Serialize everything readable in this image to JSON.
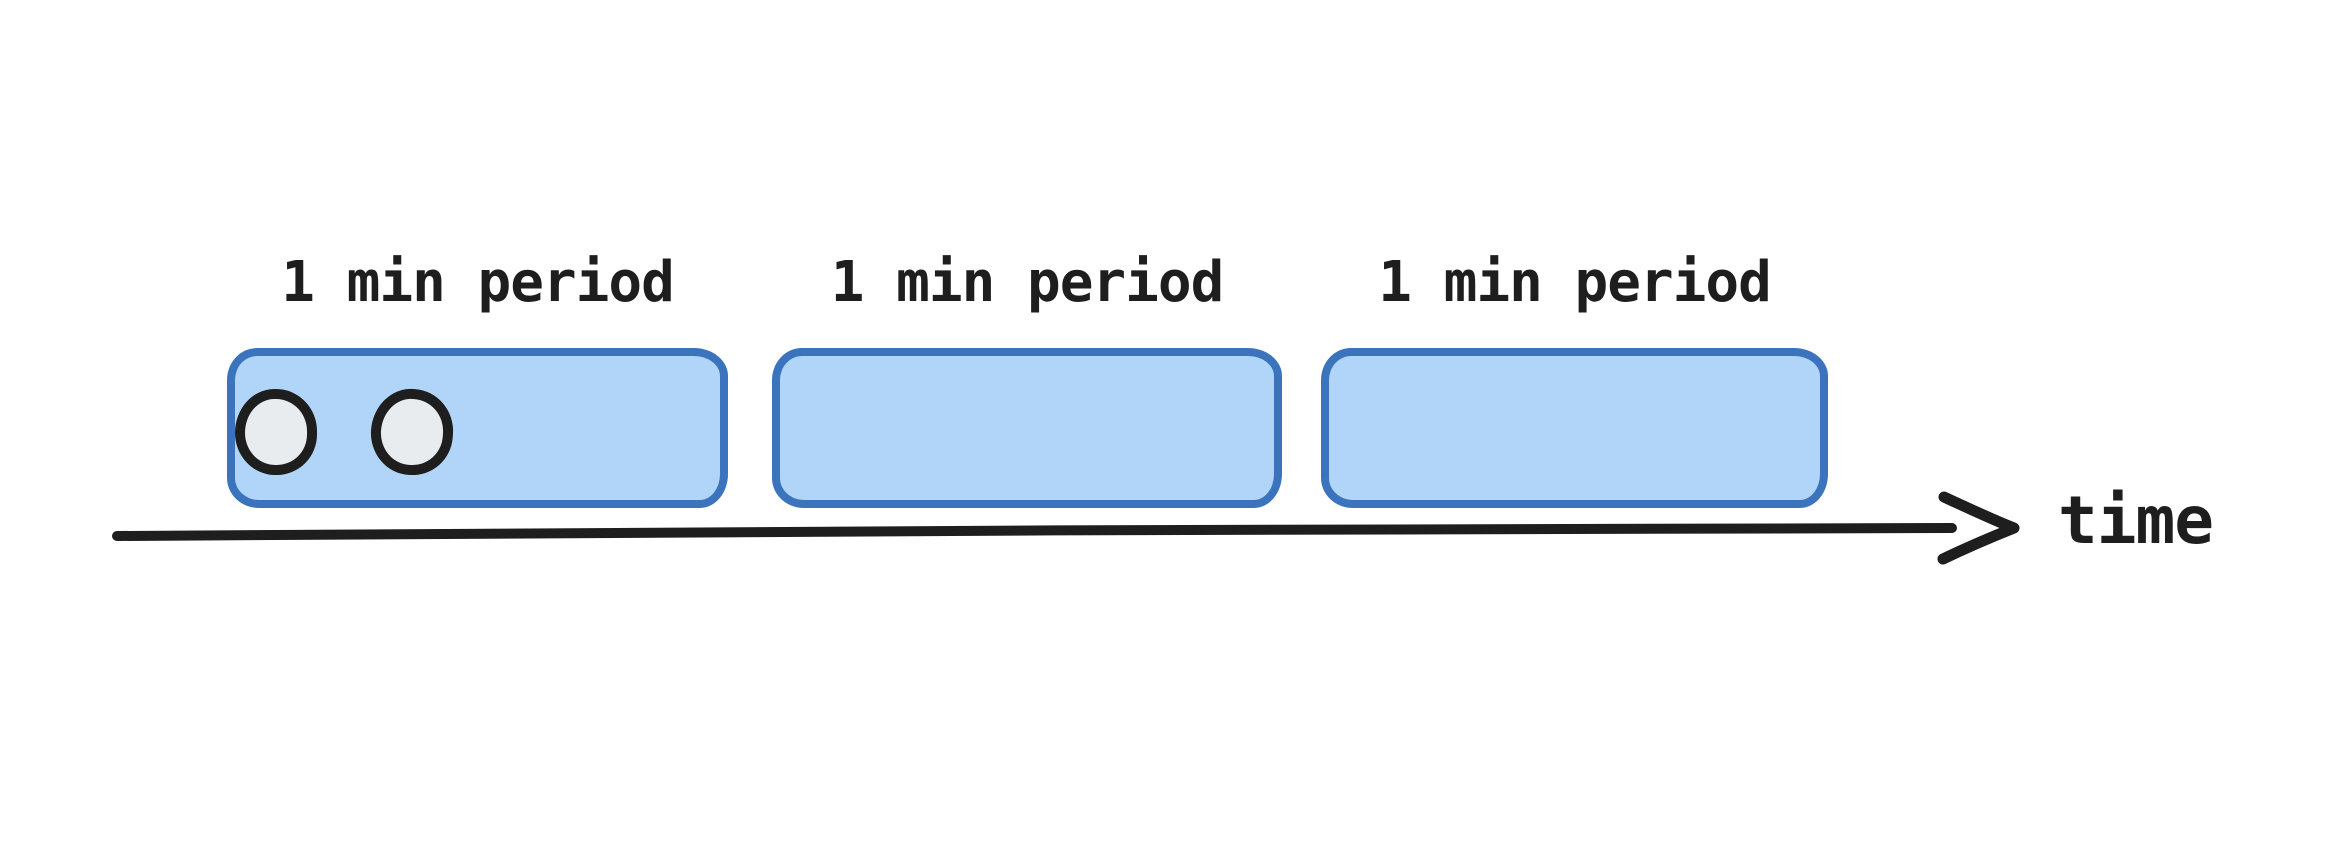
{
  "diagram": {
    "periods": [
      {
        "label": "1 min period",
        "tokens": 2
      },
      {
        "label": "1 min period",
        "tokens": 0
      },
      {
        "label": "1 min period",
        "tokens": 0
      }
    ],
    "timeline": {
      "label": "time"
    },
    "colors": {
      "background": "#ffffff",
      "period_fill": "#b1d5f8",
      "period_border": "#3b74bd",
      "token_fill": "#e9ecef",
      "token_border": "#1e1e1e",
      "axis": "#1e1e1e",
      "text": "#1e1e1e"
    }
  }
}
